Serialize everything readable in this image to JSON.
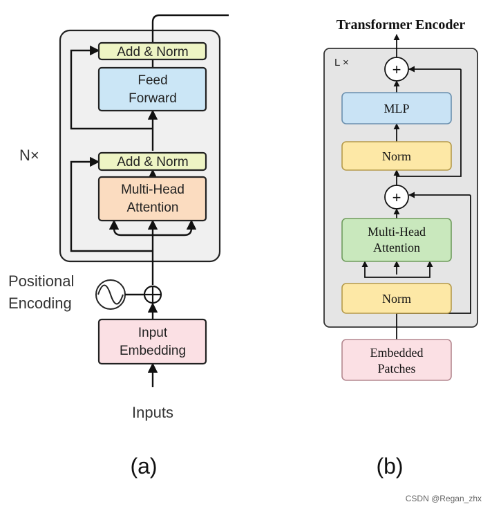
{
  "diagram_a": {
    "caption": "(a)",
    "repeat_label": "N×",
    "positional_line1": "Positional",
    "positional_line2": "Encoding",
    "inputs_label": "Inputs",
    "blocks": {
      "add_norm_top": "Add & Norm",
      "feed_forward_line1": "Feed",
      "feed_forward_line2": "Forward",
      "add_norm_bottom": "Add & Norm",
      "mha_line1": "Multi-Head",
      "mha_line2": "Attention",
      "input_emb_line1": "Input",
      "input_emb_line2": "Embedding"
    },
    "colors": {
      "add_norm": "#eef4c4",
      "feed_forward": "#cbe6f6",
      "attention": "#fbdcc0",
      "embedding": "#fbe0e4",
      "container": "#f0f0f0"
    }
  },
  "diagram_b": {
    "title": "Transformer Encoder",
    "caption": "(b)",
    "repeat_label": "L ×",
    "plus_symbol": "+",
    "blocks": {
      "mlp": "MLP",
      "norm_top": "Norm",
      "mha_line1": "Multi-Head",
      "mha_line2": "Attention",
      "norm_bottom": "Norm",
      "patches_line1": "Embedded",
      "patches_line2": "Patches"
    },
    "colors": {
      "mlp": "#c9e3f5",
      "norm": "#fde8a6",
      "attention": "#c9e8bd",
      "patches": "#fbe0e4",
      "container": "#e5e5e5"
    }
  },
  "watermark": "CSDN @Regan_zhx"
}
